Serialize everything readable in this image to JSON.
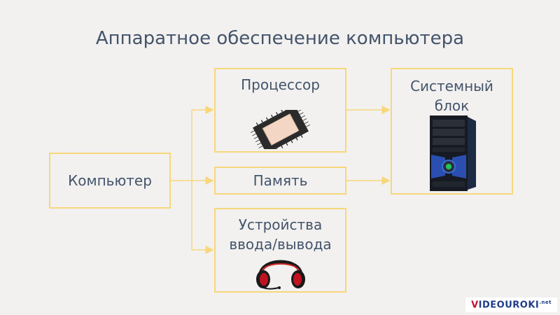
{
  "title": "Аппаратное обеспечение компьютера",
  "nodes": {
    "computer": "Компьютер",
    "cpu": "Процессор",
    "memory": "Память",
    "io": "Устройства\nввода/вывода",
    "system_unit": "Системный\nблок"
  },
  "edges": [
    {
      "from": "Компьютер",
      "to": "Процессор"
    },
    {
      "from": "Компьютер",
      "to": "Память"
    },
    {
      "from": "Компьютер",
      "to": "Устройства ввода/вывода"
    },
    {
      "from": "Процессор",
      "to": "Системный блок"
    },
    {
      "from": "Память",
      "to": "Системный блок"
    }
  ],
  "images": {
    "cpu": "cpu-chip-icon",
    "io": "headphones-icon",
    "system_unit": "pc-tower-icon"
  },
  "colors": {
    "box_border": "#f7d77a",
    "text": "#44546a",
    "connector": "#f7d77a"
  },
  "watermark": {
    "text_red": "V",
    "text_main": "IDEOUROKI",
    "suffix": ".net"
  }
}
